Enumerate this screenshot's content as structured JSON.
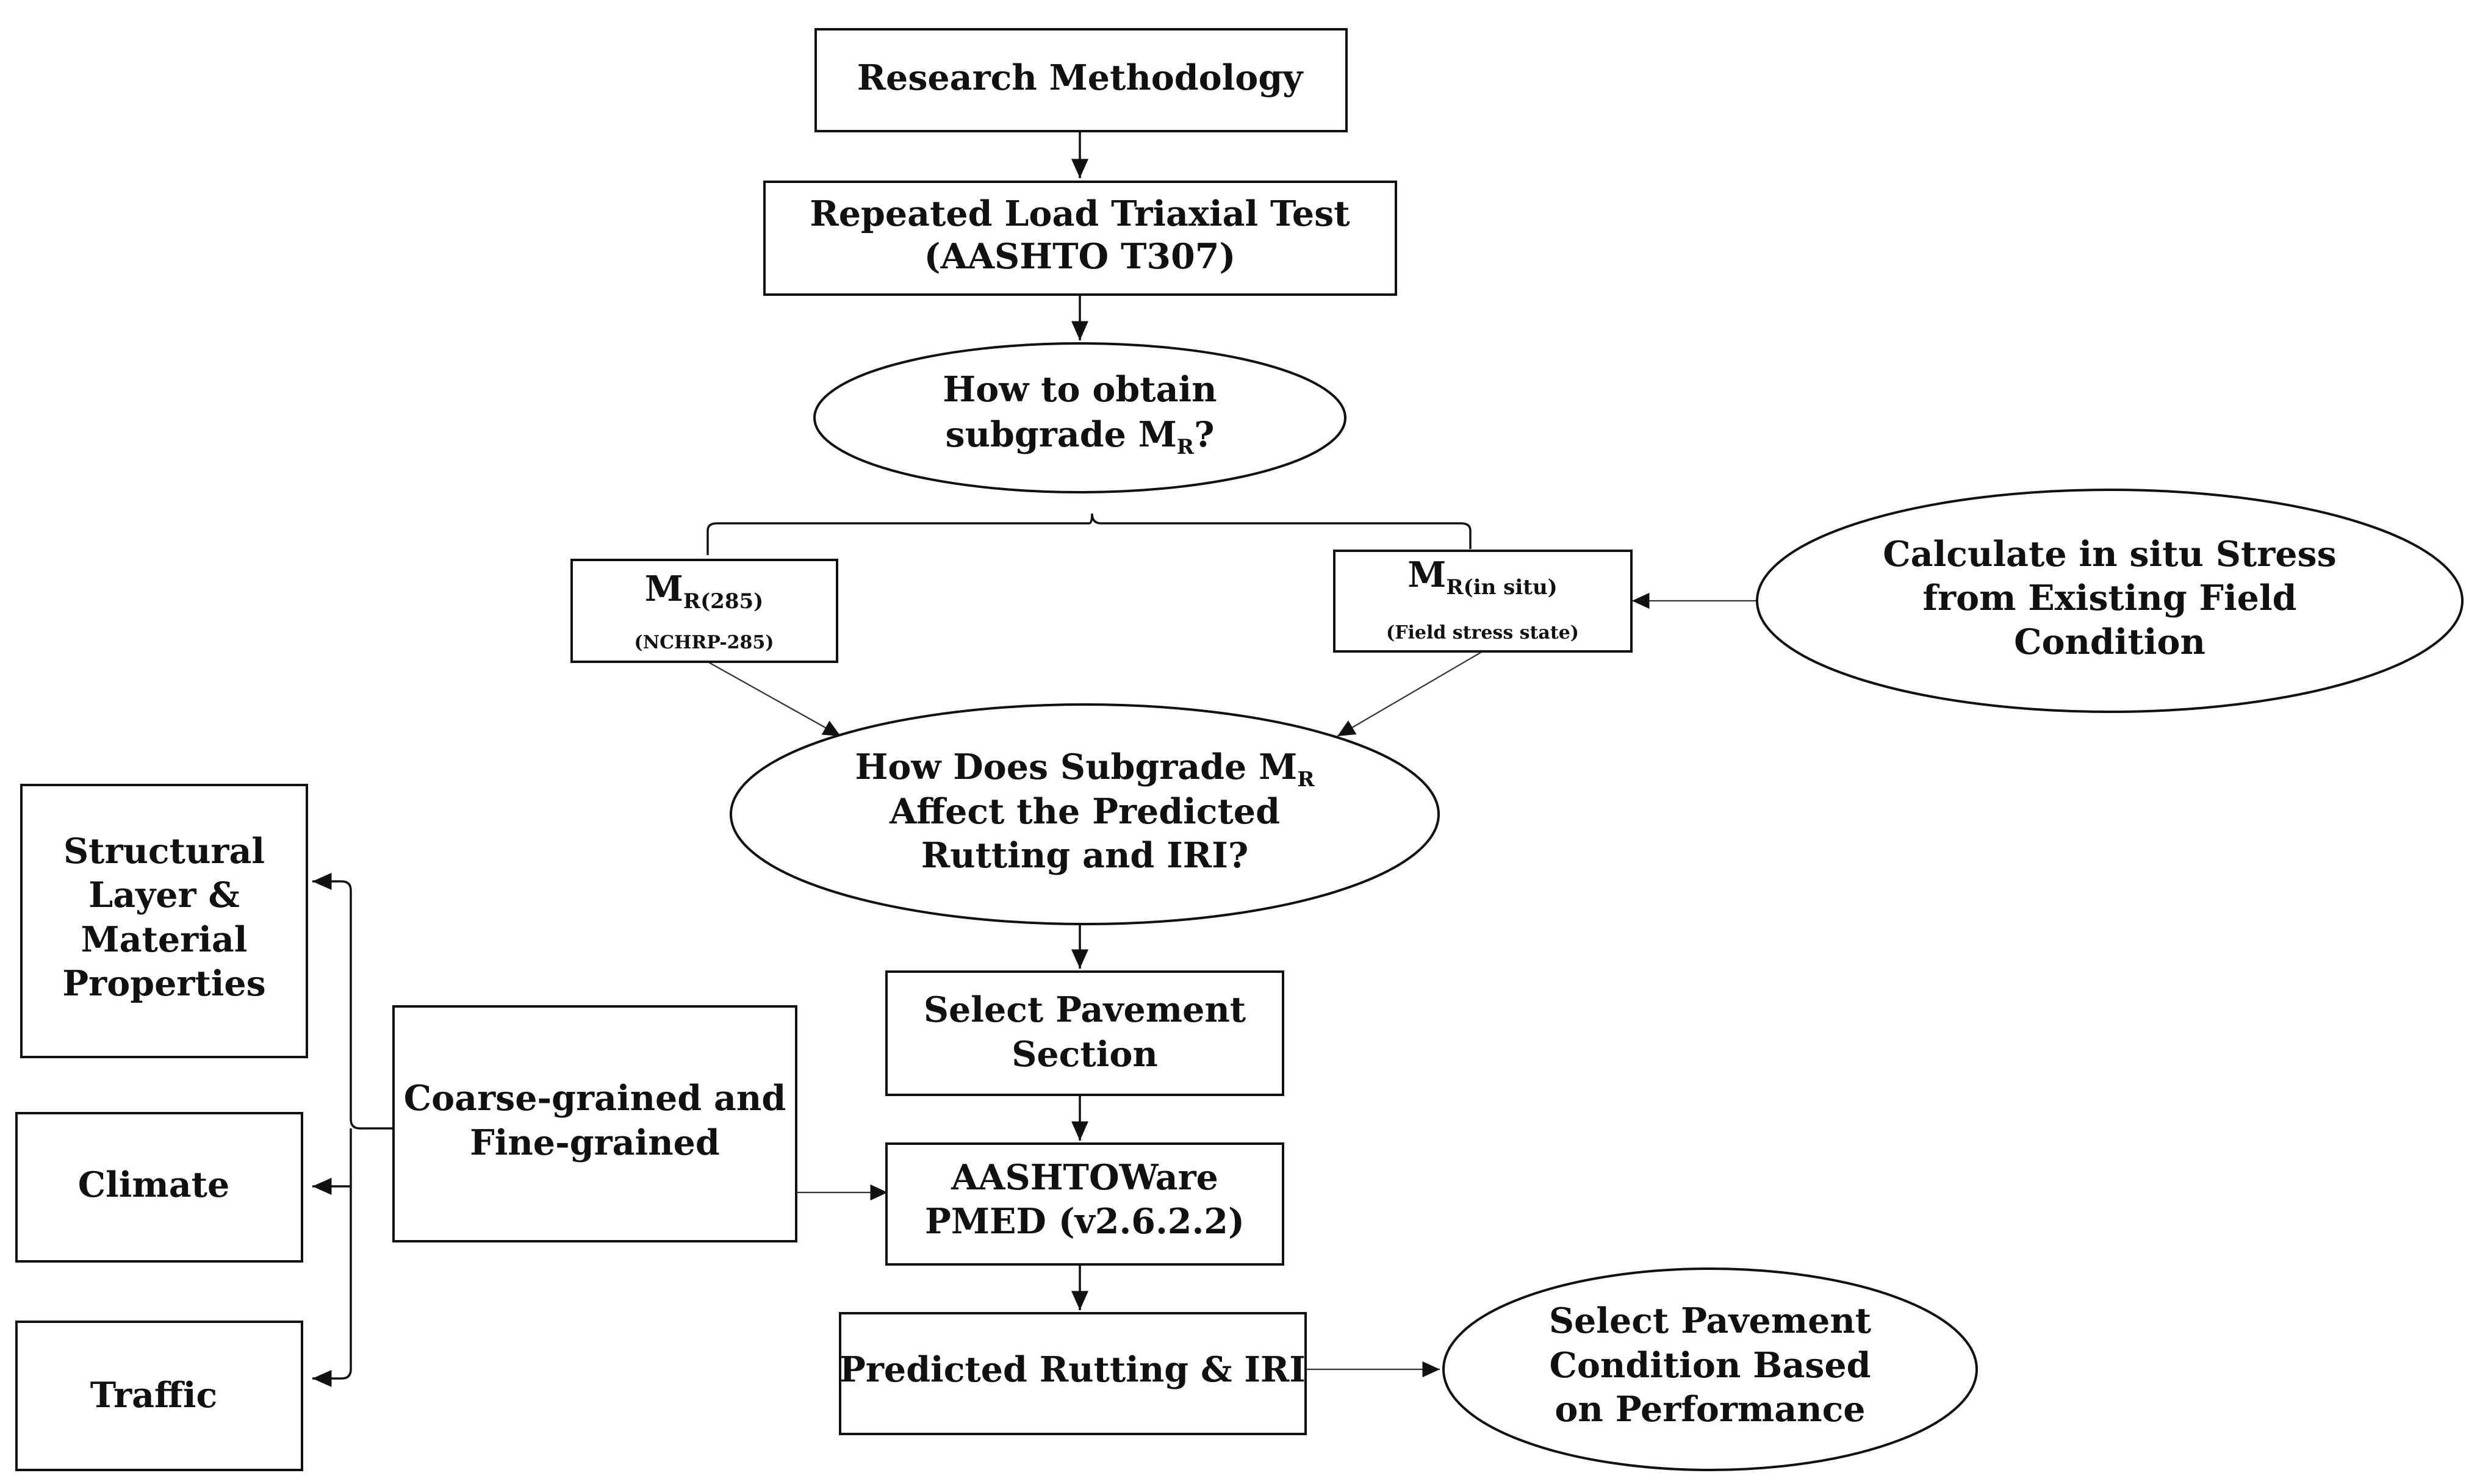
{
  "nodes": {
    "research_methodology": {
      "label": "Research Methodology"
    },
    "rlt_test": {
      "line1": "Repeated Load Triaxial Test",
      "line2": "(AASHTO T307)"
    },
    "how_obtain": {
      "line1": "How to obtain",
      "line2_text": "subgrade M",
      "line2_sub": "R",
      "line2_end": "?"
    },
    "mr285": {
      "main": "M",
      "sub": "R(285)",
      "note": "(NCHRP-285)"
    },
    "mr_insitu": {
      "main": "M",
      "sub": "R(in situ)",
      "note": "(Field stress state)"
    },
    "calc_insitu": {
      "line1": "Calculate in situ Stress",
      "line2": "from Existing Field",
      "line3": "Condition"
    },
    "how_affect": {
      "line1_text": "How Does Subgrade M",
      "line1_sub": "R",
      "line2": "Affect the Predicted",
      "line3": "Rutting and IRI?"
    },
    "select_section": {
      "line1": "Select Pavement",
      "line2": "Section"
    },
    "aashtoware": {
      "line1": "AASHTOWare",
      "line2": "PMED (v2.6.2.2)"
    },
    "predicted": {
      "label": "Predicted Rutting & IRI"
    },
    "select_condition": {
      "line1": "Select Pavement",
      "line2": "Condition Based",
      "line3": "on Performance"
    },
    "structural": {
      "line1": "Structural",
      "line2": "Layer &",
      "line3": "Material",
      "line4": "Properties"
    },
    "climate": {
      "label": "Climate"
    },
    "traffic": {
      "label": "Traffic"
    },
    "coarse_fine": {
      "line1": "Coarse-grained and",
      "line2": "Fine-grained"
    }
  },
  "colors": {
    "stroke": "#111111",
    "background": "#ffffff"
  }
}
